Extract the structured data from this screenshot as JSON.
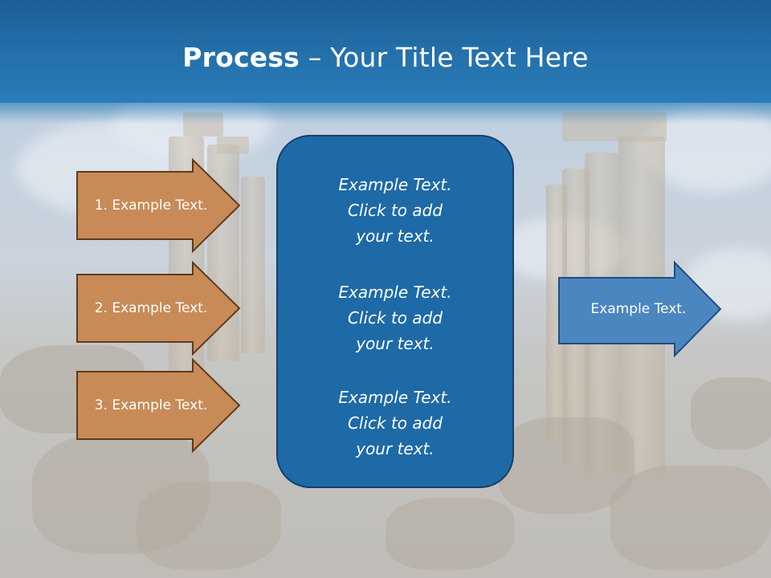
{
  "slide": {
    "title_bold": "Process",
    "title_rest": " – Your Title Text Here"
  },
  "left_arrows": [
    {
      "label": "1. Example Text."
    },
    {
      "label": "2. Example Text."
    },
    {
      "label": "3. Example Text."
    }
  ],
  "center_box": {
    "paragraphs": [
      {
        "line1": "Example Text.",
        "line2": "Click  to add",
        "line3": "your text."
      },
      {
        "line1": "Example Text.",
        "line2": "Click  to add",
        "line3": "your text."
      },
      {
        "line1": "Example Text.",
        "line2": "Click  to add",
        "line3": "your text."
      }
    ]
  },
  "right_arrow": {
    "label": "Example Text."
  },
  "colors": {
    "title_bar": "#1d5f97",
    "left_arrow_fill": "#c88b57",
    "left_arrow_stroke": "#5e3a1c",
    "center_box_fill": "#1d6aa7",
    "right_arrow_fill": "#4c86c0",
    "right_arrow_stroke": "#1e4f80"
  }
}
